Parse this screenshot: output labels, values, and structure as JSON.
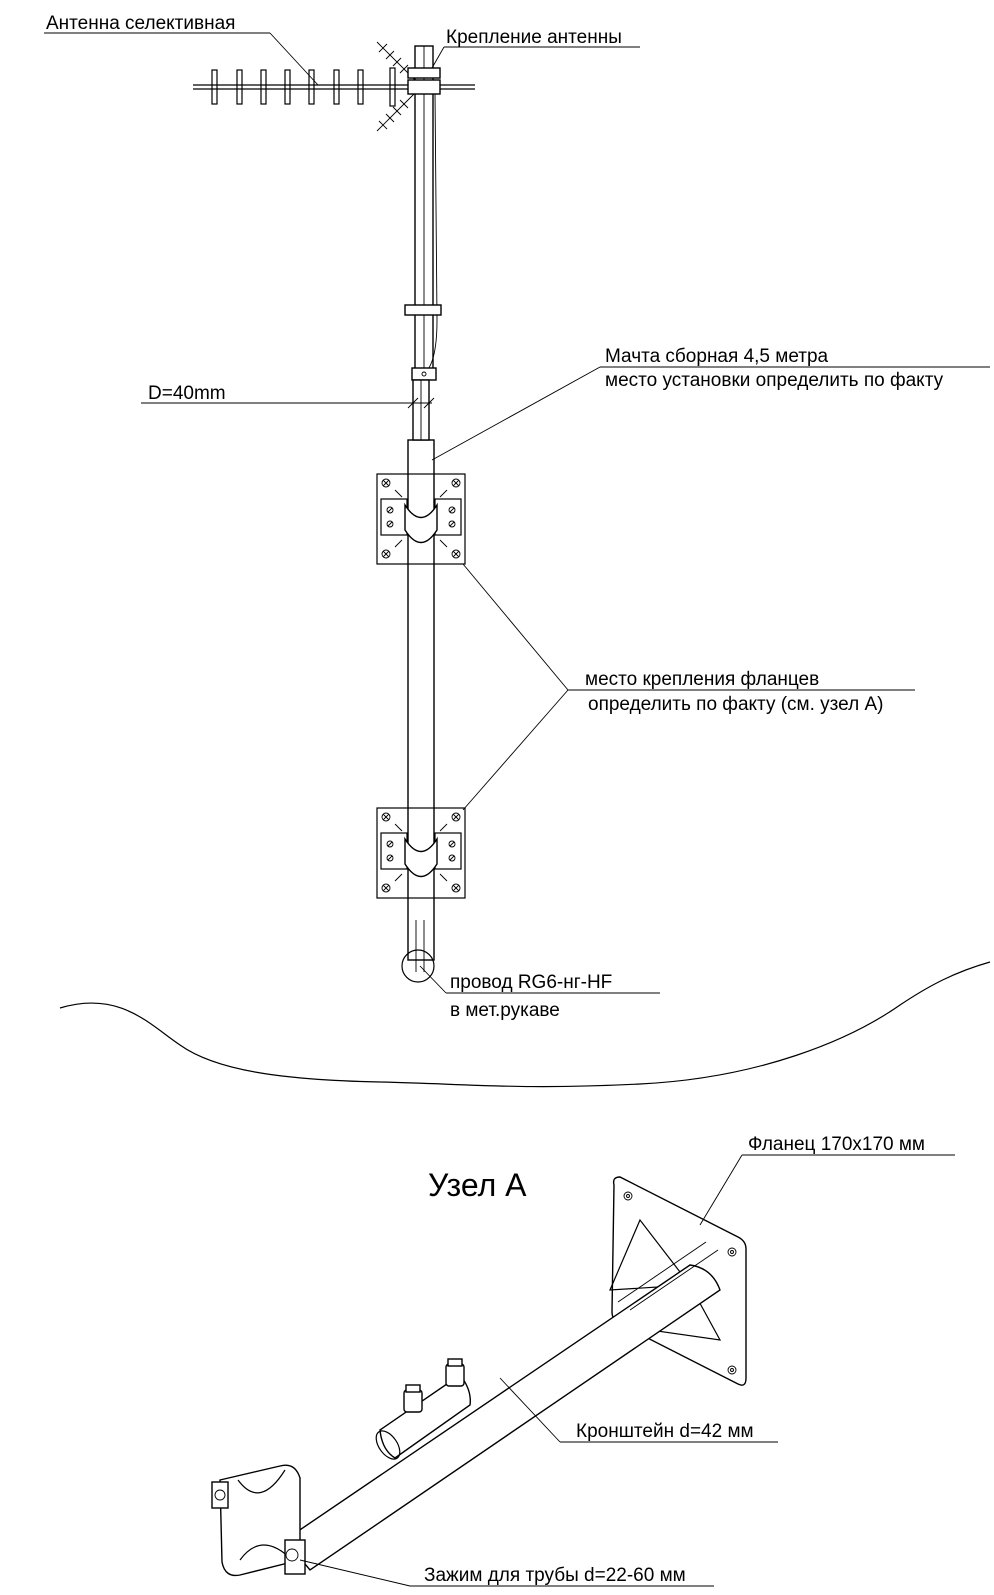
{
  "labels": {
    "antenna": "Антенна  селективная",
    "antenna_mount": "Крепление антенны",
    "mast_line1": "Мачта сборная 4,5 метра",
    "mast_line2": "место установки определить по факту",
    "diameter": "D=40mm",
    "flange_place_line1": "место крепления  фланцев",
    "flange_place_line2": "определить по факту (см. узел А)",
    "cable_line1": "провод RG6-нг-HF",
    "cable_line2": "в мет.рукаве",
    "node_title": "Узел А",
    "flange": "Фланец 170х170 мм",
    "bracket": "Кронштейн d=42 мм",
    "clamp": "Зажим для трубы d=22-60 мм"
  }
}
